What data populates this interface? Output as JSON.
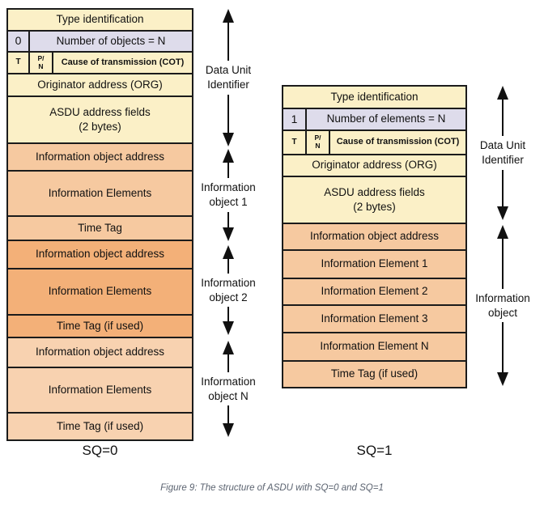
{
  "caption": "Figure 9: The structure of ASDU with SQ=0 and SQ=1",
  "colors": {
    "cream": "#FBF0C7",
    "lavender": "#DEDCEB",
    "orange_object1": "#F6C9A0",
    "orange_object2": "#F3B078",
    "orange_objectN": "#F8D2B0",
    "border": "#1b1b1b",
    "caption_text": "#5b6370"
  },
  "left_table": {
    "sq_label": "SQ=0",
    "rows": {
      "type_id": "Type identification",
      "flag": "0",
      "number": "Number of objects = N",
      "t": "T",
      "pn1": "P/",
      "pn2": "N",
      "cot": "Cause of transmission (COT)",
      "org": "Originator address (ORG)",
      "asdu_line1": "ASDU address fields",
      "asdu_line2": "(2 bytes)",
      "obj1_addr": "Information object address",
      "obj1_elems": "Information Elements",
      "obj1_time": "Time Tag",
      "obj2_addr": "Information object address",
      "obj2_elems": "Information Elements",
      "obj2_time": "Time Tag (if used)",
      "objn_addr": "Information object address",
      "objn_elems": "Information Elements",
      "objn_time": "Time Tag (if used)"
    },
    "arrow_labels": {
      "data_unit_identifier": "Data Unit Identifier",
      "object1": "Information object 1",
      "object2": "Information object 2",
      "objectN": "Information object N"
    }
  },
  "right_table": {
    "sq_label": "SQ=1",
    "rows": {
      "type_id": "Type identification",
      "flag": "1",
      "number": "Number of elements = N",
      "t": "T",
      "pn1": "P/",
      "pn2": "N",
      "cot": "Cause of transmission (COT)",
      "org": "Originator address (ORG)",
      "asdu_line1": "ASDU address fields",
      "asdu_line2": "(2 bytes)",
      "obj_addr": "Information object address",
      "elem1": "Information Element 1",
      "elem2": "Information Element 2",
      "elem3": "Information Element 3",
      "elemN": "Information Element N",
      "time_tag": "Time Tag (if used)"
    },
    "arrow_labels": {
      "data_unit_identifier": "Data Unit Identifier",
      "information_object": "Information object"
    }
  }
}
